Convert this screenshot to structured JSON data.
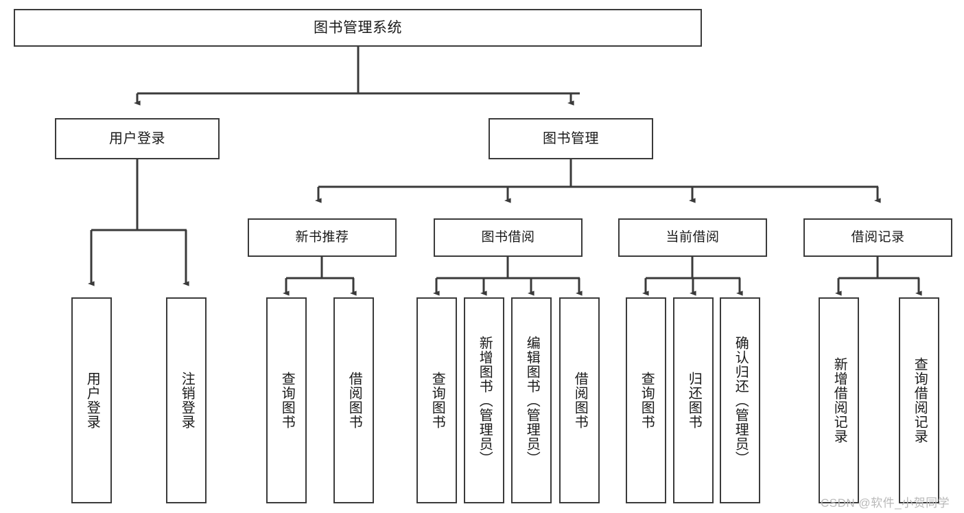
{
  "diagram": {
    "type": "tree-hierarchy-chart",
    "title": "图书管理系统",
    "stroke_color": "#3a3a3a",
    "fill_color": "#ffffff",
    "text_color": "#1a1a1a",
    "root": {
      "id": "root",
      "label": "图书管理系统"
    },
    "level1": [
      {
        "id": "user-login",
        "label": "用户登录"
      },
      {
        "id": "book-manage",
        "label": "图书管理"
      }
    ],
    "level2": [
      {
        "id": "new-book-recommend",
        "label": "新书推荐",
        "parent": "book-manage"
      },
      {
        "id": "book-borrow",
        "label": "图书借阅",
        "parent": "book-manage"
      },
      {
        "id": "current-borrow",
        "label": "当前借阅",
        "parent": "book-manage"
      },
      {
        "id": "borrow-record",
        "label": "借阅记录",
        "parent": "book-manage"
      }
    ],
    "leaves": [
      {
        "id": "leaf-user-login",
        "label": "用户登录",
        "parent": "user-login"
      },
      {
        "id": "leaf-logout",
        "label": "注销登录",
        "parent": "user-login"
      },
      {
        "id": "leaf-query-book-rec",
        "label": "查询图书",
        "parent": "new-book-recommend"
      },
      {
        "id": "leaf-borrow-book-rec",
        "label": "借阅图书",
        "parent": "new-book-recommend"
      },
      {
        "id": "leaf-query-book-borrow",
        "label": "查询图书",
        "parent": "book-borrow"
      },
      {
        "id": "leaf-add-book",
        "label": "新增图书（管理员）",
        "parent": "book-borrow"
      },
      {
        "id": "leaf-edit-book",
        "label": "编辑图书（管理员）",
        "parent": "book-borrow"
      },
      {
        "id": "leaf-borrow-book",
        "label": "借阅图书",
        "parent": "book-borrow"
      },
      {
        "id": "leaf-query-book-current",
        "label": "查询图书",
        "parent": "current-borrow"
      },
      {
        "id": "leaf-return-book",
        "label": "归还图书",
        "parent": "current-borrow"
      },
      {
        "id": "leaf-confirm-return",
        "label": "确认归还（管理员）",
        "parent": "current-borrow"
      },
      {
        "id": "leaf-add-record",
        "label": "新增借阅记录",
        "parent": "borrow-record"
      },
      {
        "id": "leaf-query-record",
        "label": "查询借阅记录",
        "parent": "borrow-record"
      }
    ],
    "watermark": "CSDN @软件_小贺同学"
  }
}
